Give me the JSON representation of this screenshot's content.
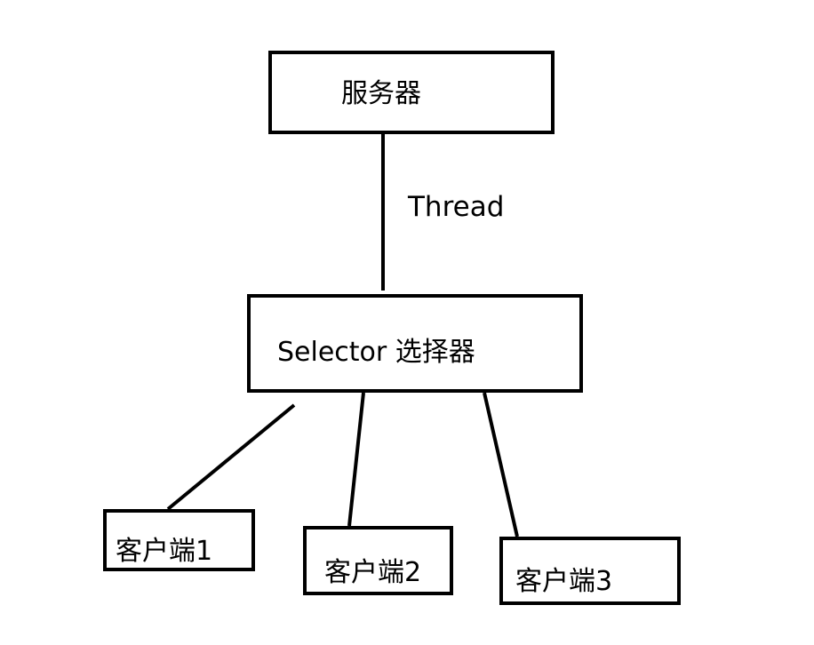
{
  "diagram": {
    "server": {
      "label": "服务器"
    },
    "thread": {
      "label": "Thread"
    },
    "selector": {
      "label": "Selector 选择器"
    },
    "clients": [
      {
        "label": "客户端1"
      },
      {
        "label": "客户端2"
      },
      {
        "label": "客户端3"
      }
    ]
  },
  "colors": {
    "stroke": "#000000",
    "background": "#ffffff"
  }
}
